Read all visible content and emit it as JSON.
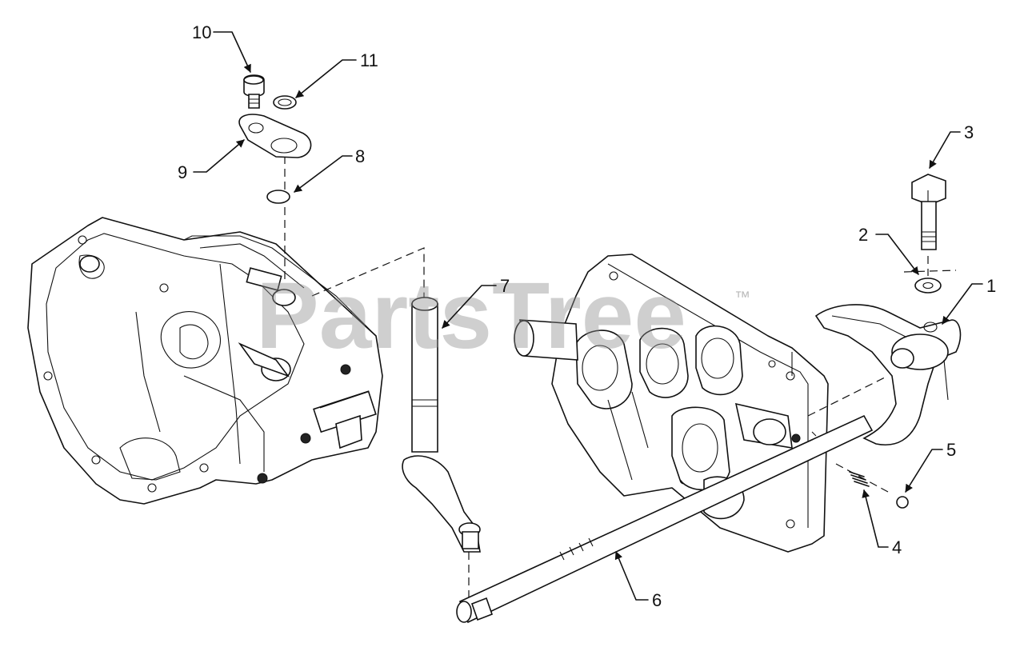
{
  "diagram": {
    "watermark": {
      "text": "PartsTree",
      "trademark": "™"
    },
    "callouts": [
      {
        "id": "1",
        "label": "1"
      },
      {
        "id": "2",
        "label": "2"
      },
      {
        "id": "3",
        "label": "3"
      },
      {
        "id": "4",
        "label": "4"
      },
      {
        "id": "5",
        "label": "5"
      },
      {
        "id": "6",
        "label": "6"
      },
      {
        "id": "7",
        "label": "7"
      },
      {
        "id": "8",
        "label": "8"
      },
      {
        "id": "9",
        "label": "9"
      },
      {
        "id": "10",
        "label": "10"
      },
      {
        "id": "11",
        "label": "11"
      }
    ],
    "colors": {
      "line": "#111111",
      "background": "#ffffff",
      "watermark": "#8c8c8c"
    }
  }
}
